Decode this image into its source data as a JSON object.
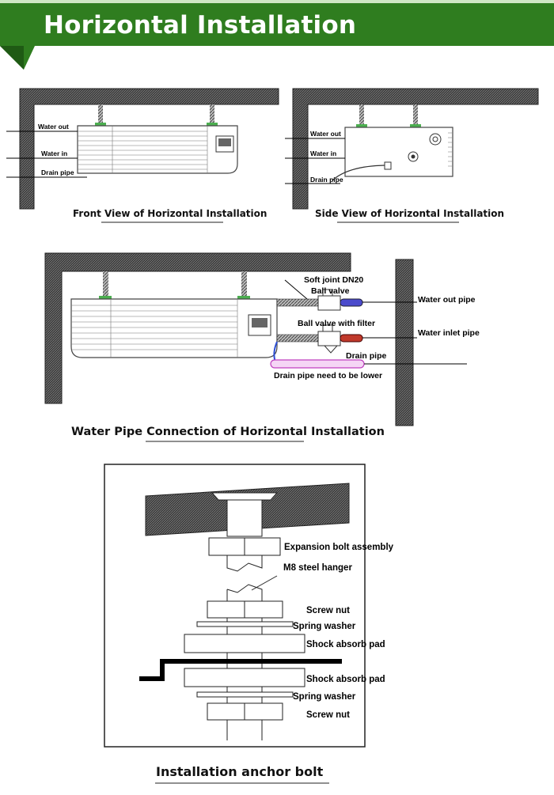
{
  "banner": {
    "title": "Horizontal Installation",
    "color": "#2f7d1f",
    "accent": "#cfe8c4"
  },
  "front_view": {
    "caption": "Front View of Horizontal Installation",
    "labels": {
      "water_out": "Water out",
      "water_in": "Water in",
      "drain_pipe": "Drain pipe"
    }
  },
  "side_view": {
    "caption": "Side View of Horizontal Installation",
    "labels": {
      "water_out": "Water out",
      "water_in": "Water in",
      "drain_pipe": "Drain pipe"
    }
  },
  "pipe_connection": {
    "caption": "Water Pipe Connection of Horizontal Installation",
    "labels": {
      "soft_joint": "Soft joint DN20",
      "ball_valve": "Ball valve",
      "ball_valve_filter": "Ball valve with filter",
      "drain_pipe": "Drain pipe",
      "drain_lower": "Drain pipe need to be lower",
      "water_out_pipe": "Water out pipe",
      "water_inlet_pipe": "Water inlet pipe"
    }
  },
  "anchor_bolt": {
    "caption": "Installation anchor bolt",
    "labels": {
      "expansion": "Expansion bolt assembly",
      "hanger": "M8 steel hanger",
      "screw_nut_top": "Screw nut",
      "spring_washer_top": "Spring washer",
      "shock_pad_top": "Shock absorb pad",
      "shock_pad_bottom": "Shock absorb pad",
      "spring_washer_bottom": "Spring washer",
      "screw_nut_bottom": "Screw nut"
    }
  }
}
